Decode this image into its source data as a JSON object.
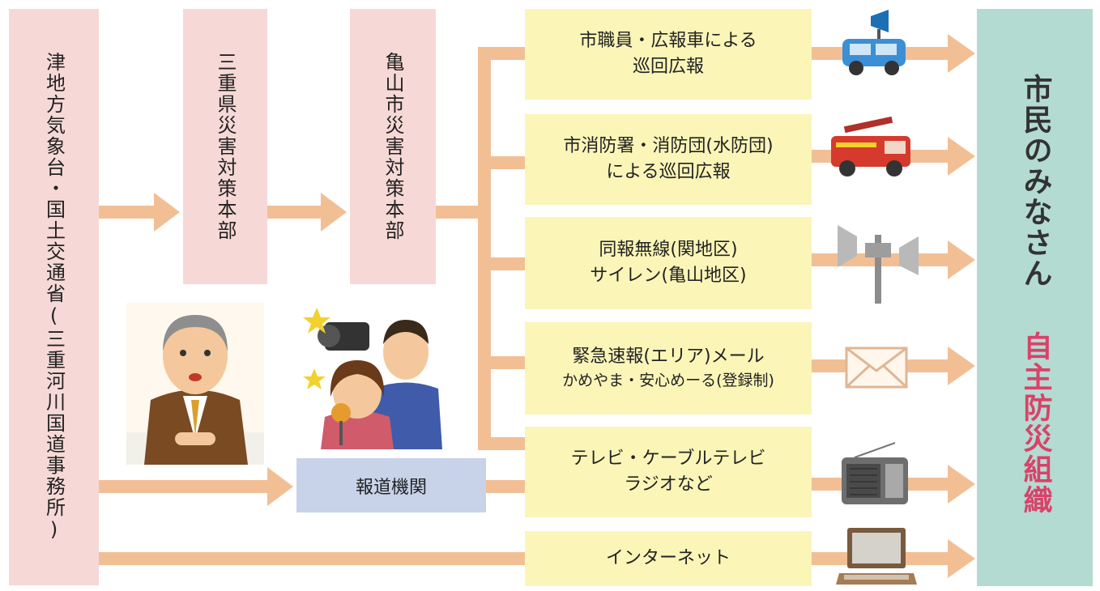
{
  "sources": {
    "meteorological": "津地方気象台・国土交通省(三重河川国道事務所)",
    "prefecture": "三重県災害対策本部",
    "city": "亀山市災害対策本部",
    "media": "報道機関"
  },
  "channels": [
    {
      "line1": "市職員・広報車による",
      "line2": "巡回広報",
      "icon": "loudspeaker-van-icon"
    },
    {
      "line1": "市消防署・消防団(水防団)",
      "line2": "による巡回広報",
      "icon": "fire-truck-icon"
    },
    {
      "line1": "同報無線(関地区)",
      "line2": "サイレン(亀山地区)",
      "icon": "speaker-pole-icon"
    },
    {
      "line1": "緊急速報(エリア)メール",
      "line2": "かめやま・安心めーる(登録制)",
      "icon": "envelope-icon"
    },
    {
      "line1": "テレビ・ケーブルテレビ",
      "line2": "ラジオなど",
      "icon": "radio-icon"
    },
    {
      "line1": "インターネット",
      "line2": "",
      "icon": "laptop-icon"
    }
  ],
  "targets": {
    "citizens": "市民のみなさん",
    "self_defense": "自主防災組織"
  },
  "colors": {
    "arrow": "#f2bf95",
    "source_box": "#f6d9d6",
    "channel_box": "#fbf5b8",
    "media_box": "#c8d3ea",
    "target_box": "#b3dbd2",
    "target_accent": "#d94269"
  }
}
